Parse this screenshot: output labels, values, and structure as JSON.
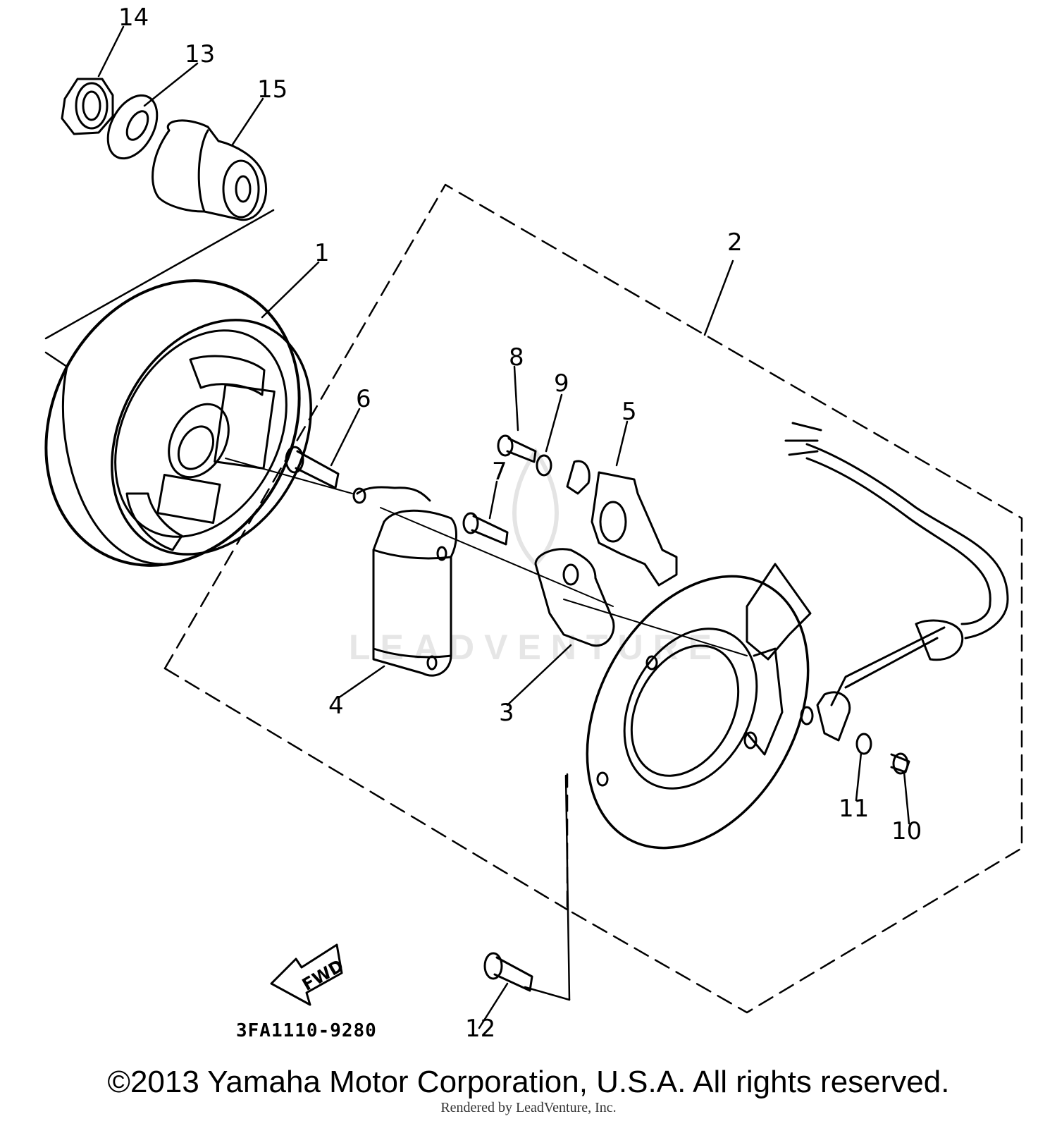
{
  "diagram": {
    "callouts": [
      {
        "id": "1",
        "label": "1"
      },
      {
        "id": "2",
        "label": "2"
      },
      {
        "id": "3",
        "label": "3"
      },
      {
        "id": "4",
        "label": "4"
      },
      {
        "id": "5",
        "label": "5"
      },
      {
        "id": "6",
        "label": "6"
      },
      {
        "id": "7",
        "label": "7"
      },
      {
        "id": "8",
        "label": "8"
      },
      {
        "id": "9",
        "label": "9"
      },
      {
        "id": "10",
        "label": "10"
      },
      {
        "id": "11",
        "label": "11"
      },
      {
        "id": "12",
        "label": "12"
      },
      {
        "id": "13",
        "label": "13"
      },
      {
        "id": "14",
        "label": "14"
      },
      {
        "id": "15",
        "label": "15"
      }
    ],
    "fwd_label": "FWD",
    "diagram_code": "3FA1110-9280",
    "watermark_text": "LEADVENTURE"
  },
  "footer": {
    "copyright": "©2013 Yamaha Motor Corporation, U.S.A. All rights reserved.",
    "rendered_by": "Rendered by LeadVenture, Inc."
  }
}
